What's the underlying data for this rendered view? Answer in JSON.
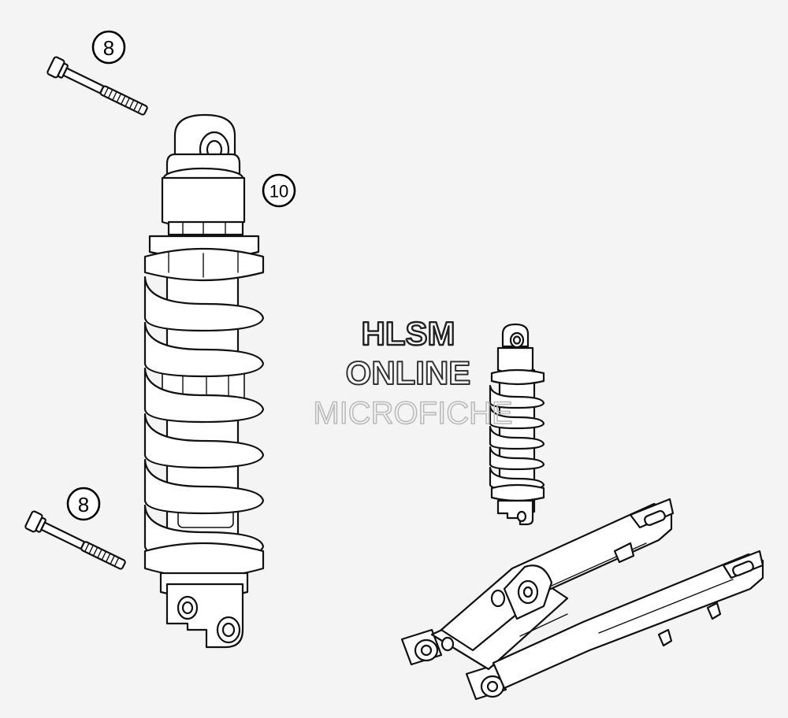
{
  "callouts": [
    {
      "label": "8"
    },
    {
      "label": "10"
    },
    {
      "label": "8"
    }
  ],
  "watermark": {
    "line1": "HLSM",
    "line2": "ONLINE",
    "line3": "MICROFICHE"
  },
  "colors": {
    "background": "#f4f4f4",
    "line": "#111111",
    "fill": "#ffffff"
  }
}
